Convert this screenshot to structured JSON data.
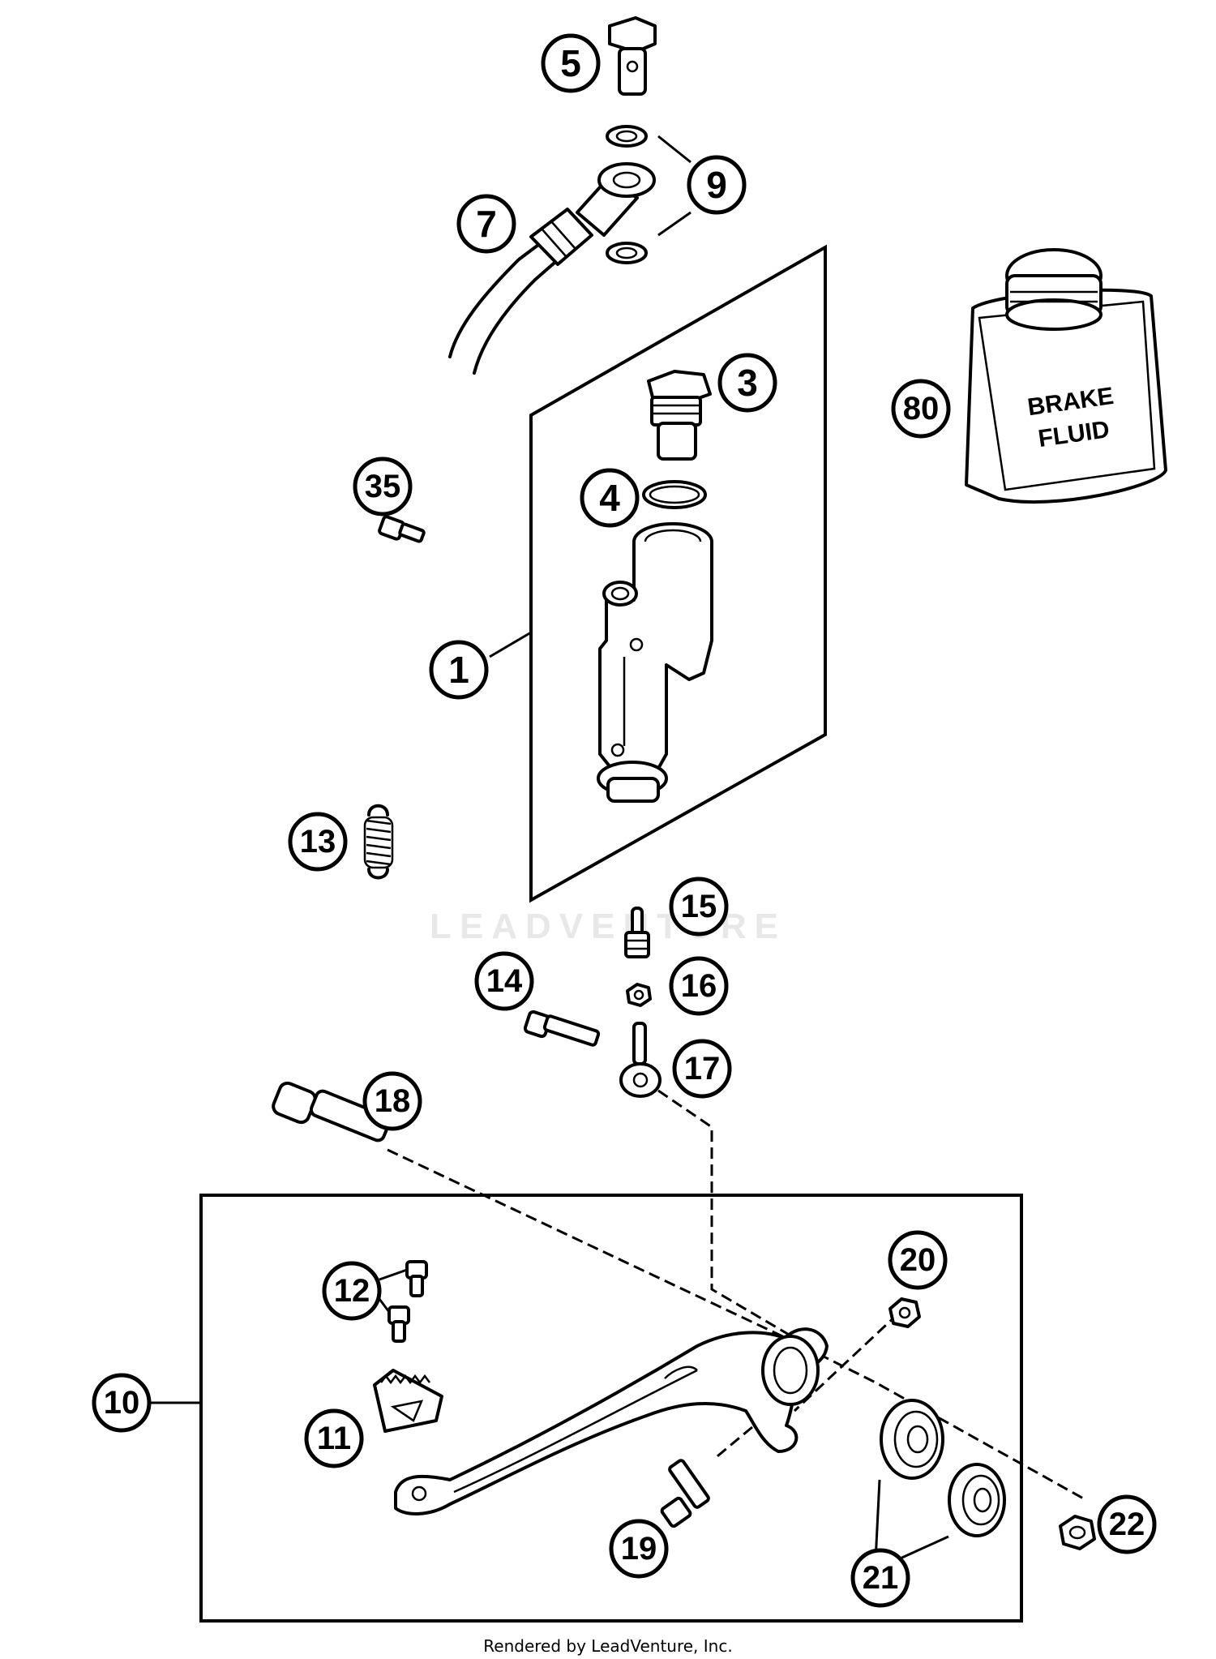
{
  "diagram": {
    "watermark": "LEADVENTURE",
    "footer": "Rendered by LeadVenture, Inc.",
    "reservoir_label_line1": "BRAKE",
    "reservoir_label_line2": "FLUID",
    "callouts": [
      {
        "id": "c1",
        "label": "1"
      },
      {
        "id": "c3",
        "label": "3"
      },
      {
        "id": "c4",
        "label": "4"
      },
      {
        "id": "c5",
        "label": "5"
      },
      {
        "id": "c7",
        "label": "7"
      },
      {
        "id": "c9",
        "label": "9"
      },
      {
        "id": "c10",
        "label": "10"
      },
      {
        "id": "c11",
        "label": "11"
      },
      {
        "id": "c12",
        "label": "12"
      },
      {
        "id": "c13",
        "label": "13"
      },
      {
        "id": "c14",
        "label": "14"
      },
      {
        "id": "c15",
        "label": "15"
      },
      {
        "id": "c16",
        "label": "16"
      },
      {
        "id": "c17",
        "label": "17"
      },
      {
        "id": "c18",
        "label": "18"
      },
      {
        "id": "c19",
        "label": "19"
      },
      {
        "id": "c20",
        "label": "20"
      },
      {
        "id": "c21",
        "label": "21"
      },
      {
        "id": "c22",
        "label": "22"
      },
      {
        "id": "c35",
        "label": "35"
      },
      {
        "id": "c80",
        "label": "80"
      }
    ]
  }
}
